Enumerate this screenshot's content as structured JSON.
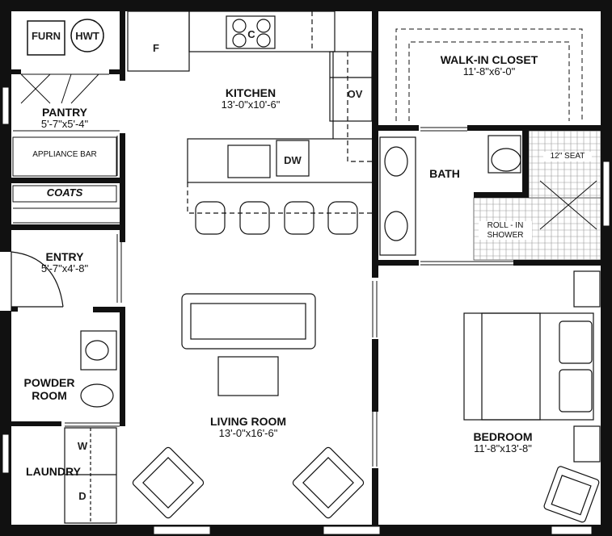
{
  "rooms": {
    "kitchen": {
      "name": "KITCHEN",
      "dims": "13'-0\"x10'-6\""
    },
    "walkin_closet": {
      "name": "WALK-IN CLOSET",
      "dims": "11'-8\"x6'-0\""
    },
    "pantry": {
      "name": "PANTRY",
      "dims": "5'-7\"x5'-4\""
    },
    "entry": {
      "name": "ENTRY",
      "dims": "5'-7\"x4'-8\""
    },
    "bath": {
      "name": "BATH"
    },
    "powder_room": {
      "name": "POWDER\nROOM"
    },
    "laundry": {
      "name": "LAUNDRY"
    },
    "living_room": {
      "name": "LIVING ROOM",
      "dims": "13'-0\"x16'-6\""
    },
    "bedroom": {
      "name": "BEDROOM",
      "dims": "11'-8\"x13'-8\""
    }
  },
  "fixtures": {
    "furnace": "FURN",
    "water_heater": "HWT",
    "fridge": "F",
    "cooktop": "C",
    "oven": "OV",
    "dishwasher": "DW",
    "appliance_bar": "APPLIANCE BAR",
    "coats": "COATS",
    "seat": "12\" SEAT",
    "shower": "ROLL - IN\nSHOWER",
    "washer": "W",
    "dryer": "D"
  }
}
